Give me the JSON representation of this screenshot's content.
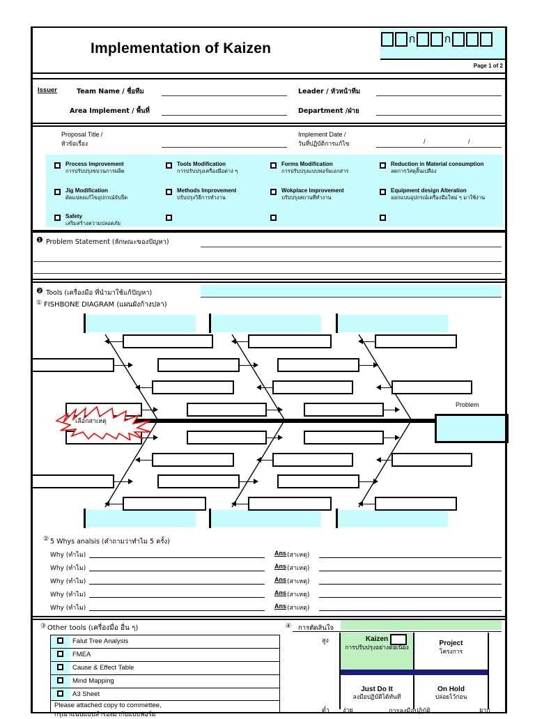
{
  "header": {
    "title": "Implementation of Kaizen",
    "code_cells": [
      "",
      "",
      "ก",
      "",
      "",
      "ก",
      "",
      "",
      ""
    ],
    "page_of": "Page 1 of 2"
  },
  "issuer": {
    "label": "Issuer",
    "team_name": "Team Name / ชื่อทีม",
    "leader": "Leader / หัวหน้าทีม",
    "area_implement": "Area Implement / พื้นที่",
    "department": "Department /ฝ่าย",
    "team_name_value": "",
    "leader_value": "",
    "area_value": "",
    "department_value": ""
  },
  "proposal": {
    "title_en": "Proposal Title /",
    "title_th": "หัวข้อเรื่อง",
    "date_en": "Implement Date /",
    "date_th": "วันที่ปฏิบัติการแก้ไข",
    "date_sep1": "/",
    "date_sep2": "/",
    "title_value": "",
    "date_value": ""
  },
  "categories": [
    {
      "en": "Process Improvement",
      "th": "การปรับปรุงขบวนการผลิต",
      "checked": false
    },
    {
      "en": "Tools Modification",
      "th": "การปรับปรุงเครื่องมือต่าง ๆ",
      "checked": false
    },
    {
      "en": "Forms Modification",
      "th": "การปรับปรุงแบบฟอร์มเอกสาร",
      "checked": false
    },
    {
      "en": "Reduction in Material consumption",
      "th": "ลดการวัสดุสิ้นเปลือง",
      "checked": false
    },
    {
      "en": "Jig Modification",
      "th": "ดัดแปลงแก้ไขอุปกรณ์จับยึด",
      "checked": false
    },
    {
      "en": "Methods Improvement",
      "th": "ปรับปรุงวิธีการทำงาน",
      "checked": false
    },
    {
      "en": "Wokplace Improvement",
      "th": "ปรับปรุงสถานที่ทำงาน",
      "checked": false
    },
    {
      "en": "Equipment design Alteration",
      "th": "ออกแบบอุปกรณ์เครื่องมือใหม่ ๆ มาใช้งาน",
      "checked": false
    },
    {
      "en": "Safety",
      "th": "เสริมสร้างความปลอดภัย",
      "checked": false
    },
    {
      "en": "",
      "th": "",
      "checked": false
    },
    {
      "en": "",
      "th": "",
      "checked": false
    }
  ],
  "section1": {
    "number": "❶",
    "label": "Problem Statement (ลักษณะของปัญหา)",
    "value_line1": "",
    "value_line2": "",
    "value_line3": ""
  },
  "section2": {
    "number": "❷",
    "label": "Tools (เครื่องมือ ที่นำมาใช้แก้ปัญหา)",
    "value": "",
    "sub1_number": "①",
    "sub1_label": "FISHBONE DIAGRAM (แผนผังก้างปลา)"
  },
  "fishbone": {
    "problem_label": "Problem",
    "problem_value": "",
    "starburst_text": "เลือกสาเหตุ",
    "category_boxes": [
      "",
      "",
      "",
      "",
      "",
      ""
    ],
    "cause_boxes_count": 24
  },
  "five_whys": {
    "number": "②",
    "label": "5 Whys analsis (คำถามว่าทำไม 5 ครั้ง)",
    "why_label": "Why (ทำไม)",
    "ans_label_bold": "Ans",
    "ans_label_rest": " (สาเหตุ)",
    "rows": [
      {
        "why": "",
        "ans": ""
      },
      {
        "why": "",
        "ans": ""
      },
      {
        "why": "",
        "ans": ""
      },
      {
        "why": "",
        "ans": ""
      },
      {
        "why": "",
        "ans": ""
      }
    ]
  },
  "other_tools": {
    "number": "③",
    "label": "Other tools (เครื่องมื่อ อื่น ๆ)",
    "items": [
      {
        "label": "Falut Tree Analysis",
        "checked": false
      },
      {
        "label": "FMEA",
        "checked": false
      },
      {
        "label": "Cause & Effect Table",
        "checked": false
      },
      {
        "label": "Mind Mapping",
        "checked": false
      },
      {
        "label": "A3 Sheet",
        "checked": false
      }
    ],
    "note_en": "Please attached copy to commettee,",
    "note_th": "กรุณาแนบแบบสำรองมากับแบบฟอร์ม"
  },
  "decision": {
    "number": "④",
    "label": "การตัดสินใจ",
    "axis_y_high": "สูง",
    "axis_y_low": "ต่ำ",
    "axis_x_easy": "ง่าย",
    "axis_x_label": "การลงมือปฏิบัติ",
    "axis_x_hard": "ยาก",
    "cells": [
      {
        "en": "Kaizen",
        "th": "การปรับปรุงอย่างต่อเนื่อง",
        "highlight": true,
        "has_marker": true
      },
      {
        "en": "Project",
        "th": "โครงการ",
        "highlight": false,
        "has_marker": false
      },
      {
        "en": "Just Do It",
        "th": "ลงมือปฏิบัติได้ทันที",
        "highlight": false,
        "has_marker": false
      },
      {
        "en": "On Hold",
        "th": "ปล่อยไว้ก่อน",
        "highlight": false,
        "has_marker": false
      }
    ]
  },
  "colors": {
    "cyan": "#c8fbfb",
    "green": "#bff0bf",
    "navy": "#1a1a7a",
    "red": "#ff0000"
  }
}
